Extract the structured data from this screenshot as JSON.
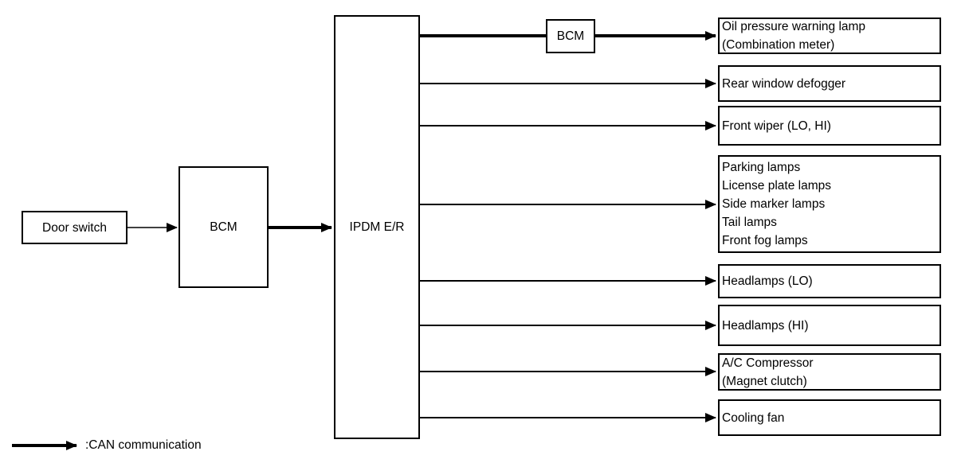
{
  "diagram": {
    "nodes": {
      "door_switch": {
        "label": "Door switch"
      },
      "bcm_main": {
        "label": "BCM"
      },
      "ipdm": {
        "label": "IPDM E/R"
      },
      "bcm_gateway": {
        "label": "BCM"
      }
    },
    "outputs": [
      {
        "label": "Oil pressure warning lamp\n(Combination meter)"
      },
      {
        "label": "Rear window defogger"
      },
      {
        "label": "Front wiper (LO, HI)"
      },
      {
        "label": "Parking lamps\nLicense plate lamps\nSide marker lamps\nTail lamps\nFront fog lamps"
      },
      {
        "label": "Headlamps (LO)"
      },
      {
        "label": "Headlamps (HI)"
      },
      {
        "label": "A/C Compressor\n(Magnet clutch)"
      },
      {
        "label": "Cooling fan"
      }
    ],
    "legend": {
      "can_label": ":CAN communication"
    },
    "colors": {
      "line": "#000000",
      "background": "#ffffff"
    }
  }
}
